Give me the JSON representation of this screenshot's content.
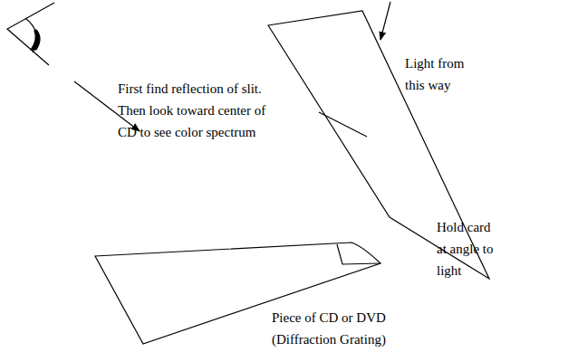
{
  "diagram": {
    "labels": [
      "Light from this way",
      "First find reflection of slit. Then look toward center of CD to see color spectrum",
      "Hold card at angle to light",
      "Piece of CD or DVD (Diffraction Grating)"
    ]
  }
}
